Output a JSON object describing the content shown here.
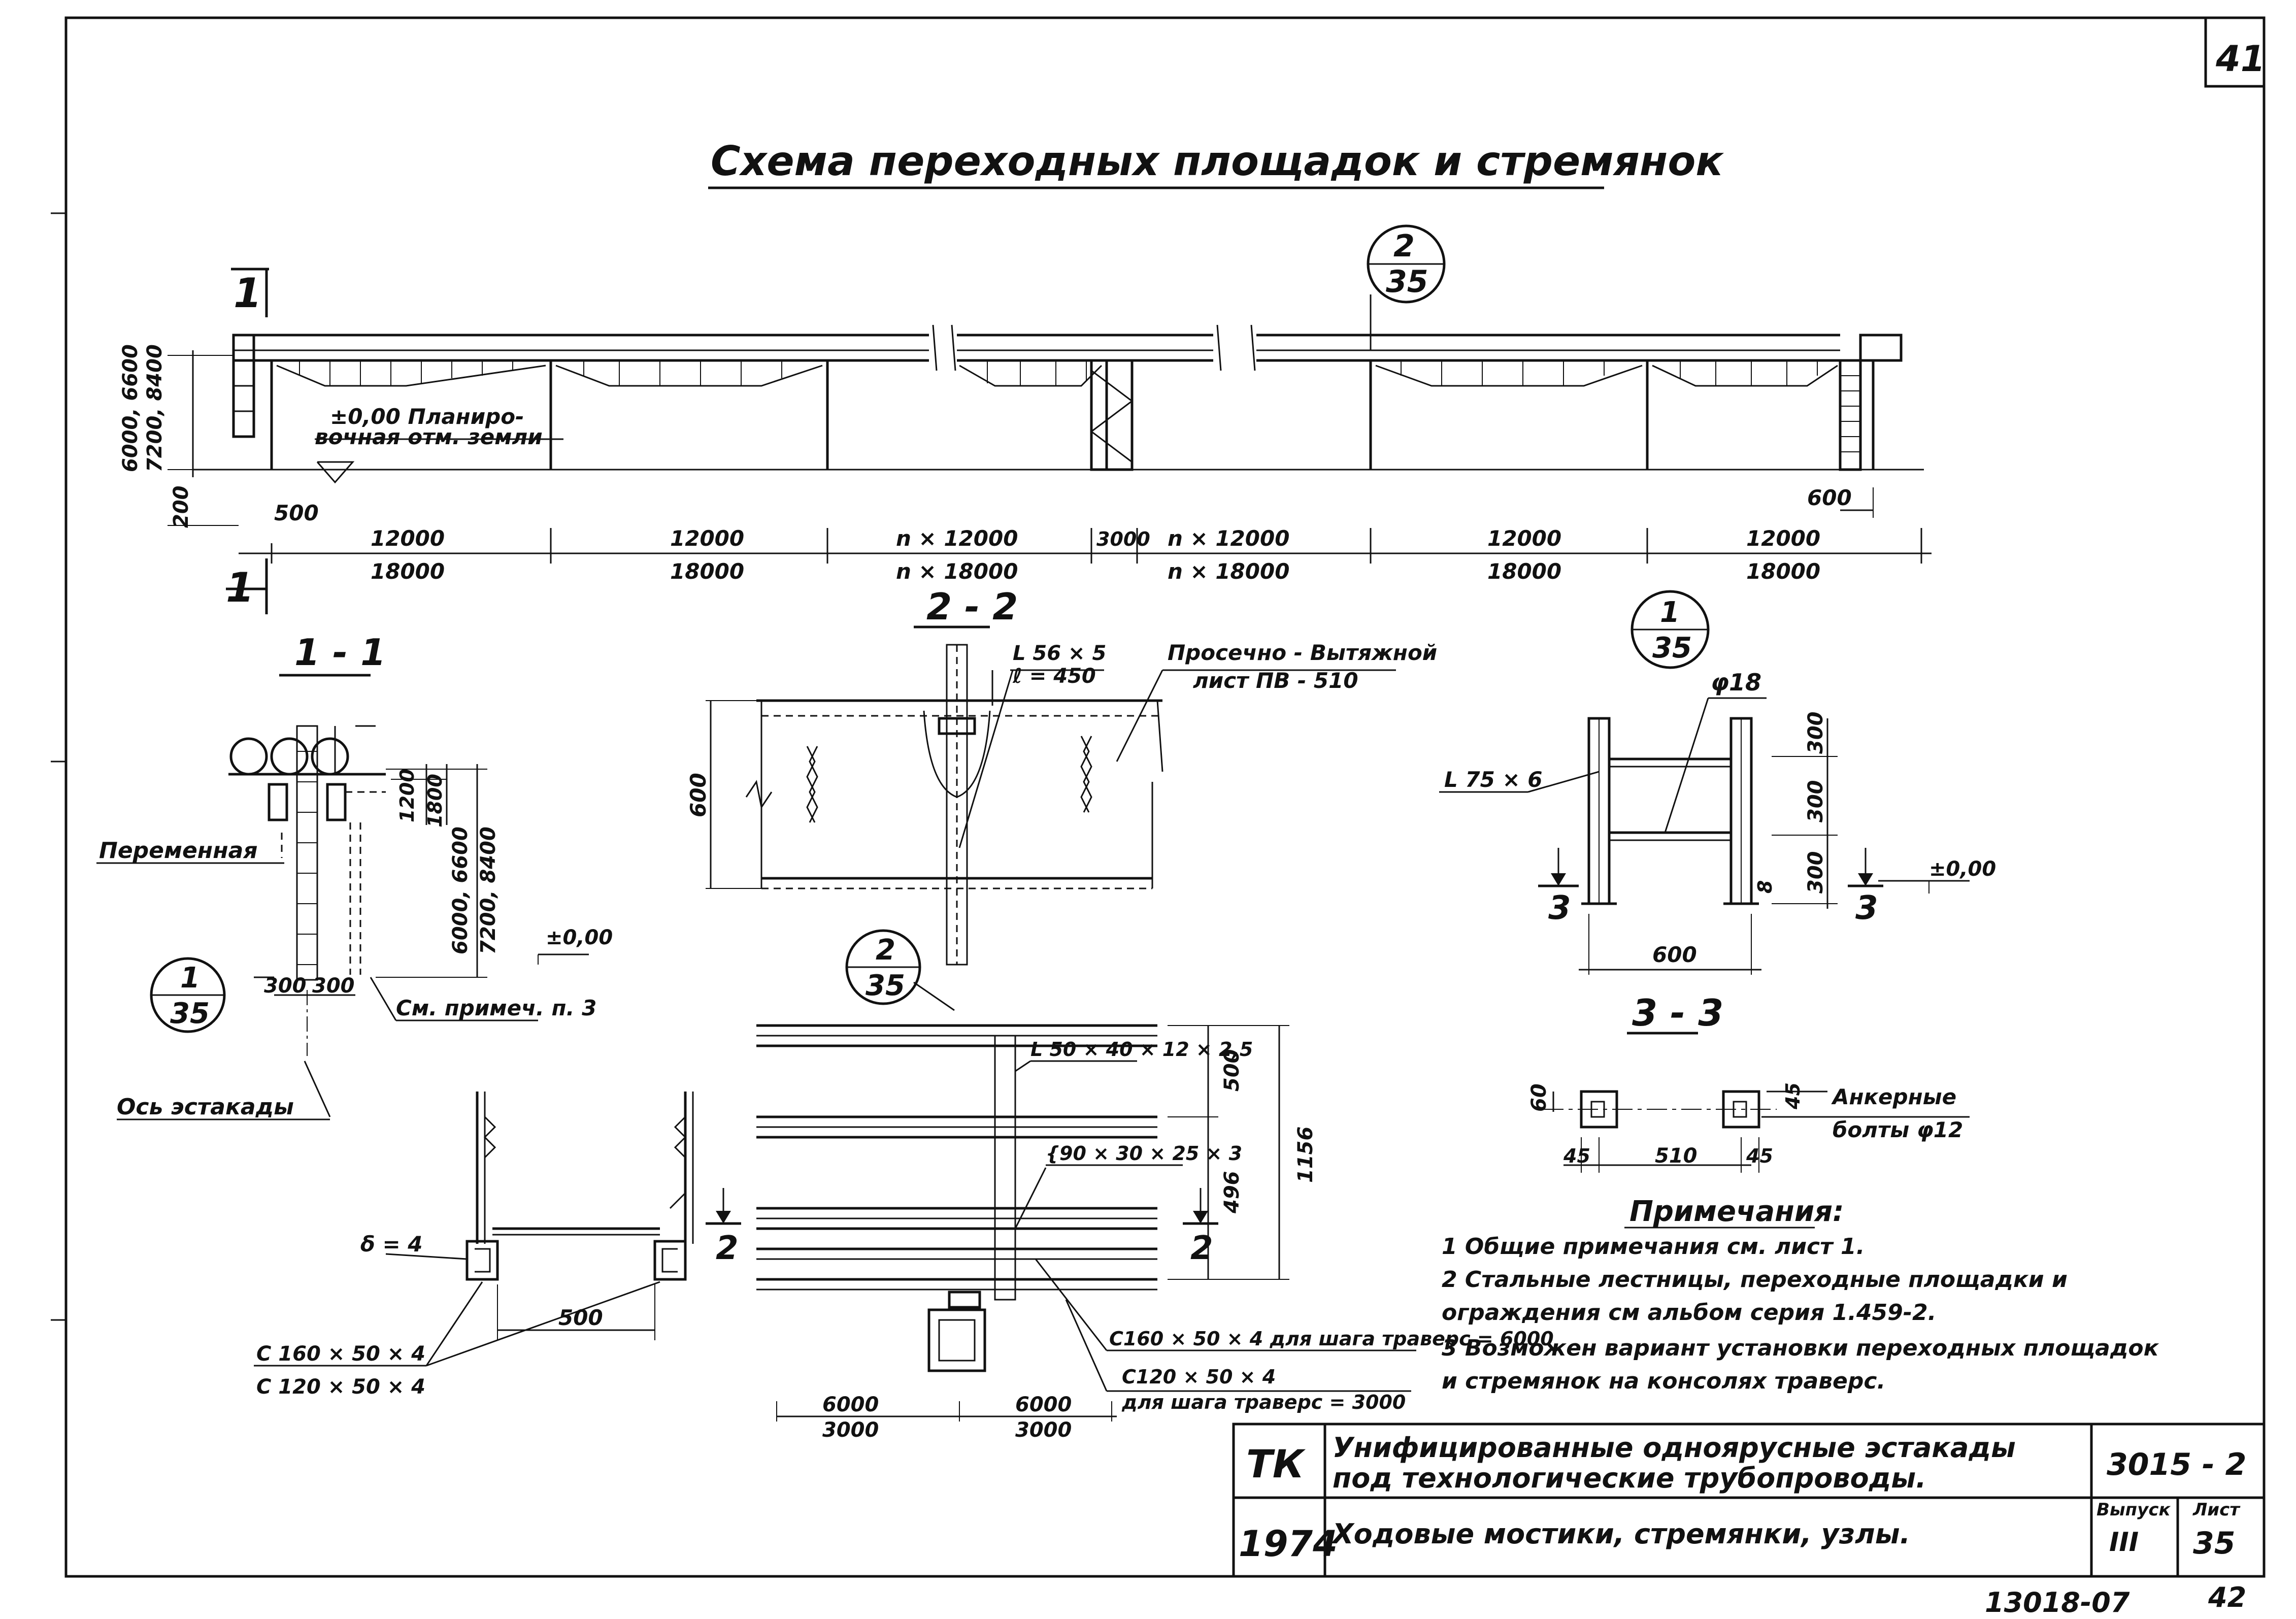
{
  "sheet": {
    "page_number": "41",
    "title": "Схема переходных площадок и стремянок",
    "bottom_code": "13018-07",
    "bottom_page": "42"
  },
  "elevation": {
    "section_mark_top": "1",
    "section_mark_bottom": "1",
    "callout_top": "2",
    "callout_bottom": "35",
    "height_label_1": "6000, 6600",
    "height_label_2": "7200, 8400",
    "ground_label_1": "±0,00  Планиро-",
    "ground_label_2": "вочная  отм. земли",
    "dim_200": "200",
    "dim_500": "500",
    "dim_600": "600",
    "spans": [
      {
        "top": "12000",
        "bottom": "18000"
      },
      {
        "top": "12000",
        "bottom": "18000"
      },
      {
        "top": "n × 12000",
        "bottom": "n × 18000"
      },
      {
        "top": "3000",
        "bottom": ""
      },
      {
        "top": "n × 12000",
        "bottom": "n × 18000"
      },
      {
        "top": "12000",
        "bottom": "18000"
      },
      {
        "top": "12000",
        "bottom": "18000"
      }
    ]
  },
  "section_1_1": {
    "title": "1 - 1",
    "variable_label": "Переменная",
    "dim_1200": "1200",
    "dim_1800": "1800",
    "height_1": "6000, 6600",
    "height_2": "7200, 8400",
    "level": "±0,00",
    "dim_300a": "300",
    "dim_300b": "300",
    "callout_top": "1",
    "callout_bottom": "35",
    "see_note": "См. примеч. п. 3",
    "axis_label": "Ось эстакады"
  },
  "section_2_2": {
    "title": "2 - 2",
    "angle_label_1": "L 56 × 5",
    "angle_label_2": "ℓ = 450",
    "sheet_label_1": "Просечно - Вытяжной",
    "sheet_label_2": "лист  ПВ - 510",
    "dim_600": "600"
  },
  "detail_1_35": {
    "callout_top": "1",
    "callout_bottom": "35",
    "rod_label": "φ18",
    "angle_label": "L 75 × 6",
    "dim_300a": "300",
    "dim_300b": "300",
    "dim_300c": "300",
    "dim_8": "8",
    "level": "±0,00",
    "section_left": "3",
    "section_right": "3",
    "width": "600"
  },
  "section_3_3": {
    "title": "3 - 3",
    "dim_60": "60",
    "dim_45_right": "45",
    "bolts_1": "Анкерные",
    "bolts_2": "болты φ12",
    "dim_45a": "45",
    "dim_510": "510",
    "dim_45b": "45"
  },
  "plan_detail": {
    "callout_top": "2",
    "callout_bottom": "35",
    "angle_1": "L 50 × 40 × 12 × 2,5",
    "bracket": "{90 × 30 × 25 × 3",
    "dim_500": "500",
    "dim_496": "496",
    "dim_1156": "1156",
    "section_left": "2",
    "section_right": "2",
    "channel_1": "C160 × 50 × 4  для шага траверс = 6000",
    "channel_2": "C120 × 50 × 4",
    "channel_2b": "для шага траверс = 3000",
    "span_left_top": "6000",
    "span_left_bottom": "3000",
    "span_right_top": "6000",
    "span_right_bottom": "3000"
  },
  "platform_detail": {
    "thickness": "δ = 4",
    "width": "500",
    "channel_1": "C 160 × 50 × 4",
    "channel_2": "C 120 × 50 × 4"
  },
  "notes": {
    "heading": "Примечания:",
    "items": [
      "1  Общие примечания  см. лист 1.",
      "2  Стальные  лестницы, переходные  площадки и",
      "    ограждения  см альбом  серия  1.459-2.",
      "3  Возможен  вариант  установки  переходных  площадок",
      "    и стремянок  на  консолях  траверс."
    ]
  },
  "title_block": {
    "org": "ТК",
    "year": "1974",
    "project_1": "Унифицированные  одноярусные  эстакады",
    "project_2": "под  технологические  трубопроводы.",
    "sheet_title": "Ходовые  мостики,  стремянки,  узлы.",
    "code": "3015 - 2",
    "issue_label": "Выпуск",
    "issue_value": "III",
    "sheet_label": "Лист",
    "sheet_value": "35"
  }
}
